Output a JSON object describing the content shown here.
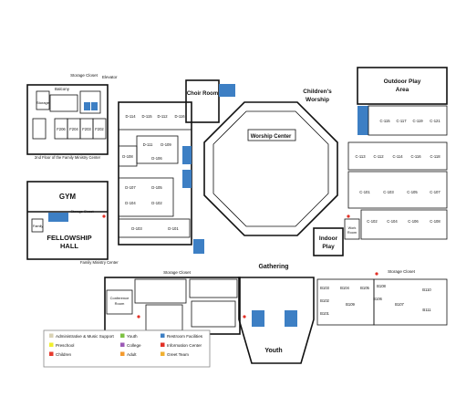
{
  "colors": {
    "admin": "#d9d2b4",
    "preschool": "#f0ef2e",
    "children": "#e63b2e",
    "youth": "#7cc142",
    "college": "#9b59b6",
    "adult": "#f39a2e",
    "restroom": "#3d7fc4",
    "info": "#e23026",
    "greet": "#f0b030"
  },
  "labels": {
    "gym": "GYM",
    "fellowship": "FELLOWSHIP",
    "hall": "HALL",
    "family_ministry_center": "Family Ministry Center",
    "second_floor": "2nd Floor of the Family Ministry Center",
    "storage_closet": "Storage Closet",
    "elevator": "Elevator",
    "balcony": "Balcony",
    "storage_room": "Storage",
    "family": "Family",
    "storage_closet_gym": "Storage Closet",
    "choir_room": "Choir Room",
    "worship_center": "Worship Center",
    "childrens_worship_1": "Children's",
    "childrens_worship_2": "Worship",
    "outdoor_play_1": "Outdoor Play",
    "outdoor_play_2": "Area",
    "indoor_play_1": "Indoor",
    "indoor_play_2": "Play",
    "work_room_1": "Work",
    "work_room_2": "Room",
    "gathering": "Gathering",
    "youth": "Youth",
    "conference_room_1": "Conference",
    "conference_room_2": "Room",
    "storage_closet_admin": "Storage Closet",
    "storage_closet_b": "Storage Closet"
  },
  "rooms": {
    "fm2": [
      "F206",
      "F204",
      "F203",
      "F202"
    ],
    "d_top": [
      "D-114",
      "D-115",
      "D-112",
      "D-116"
    ],
    "d_mid": [
      "D-111",
      "D-109",
      "D-108",
      "D-106",
      "D-107",
      "D-105",
      "D-104",
      "D-102"
    ],
    "d_bot": [
      "D-103",
      "D-101"
    ],
    "c_red_top": [
      "C-115",
      "C-117",
      "C-119",
      "C-121"
    ],
    "c_red_mid": [
      "C-113",
      "C-112",
      "C-114",
      "C-116",
      "C-118"
    ],
    "c_yel_top": [
      "C-101",
      "C-103",
      "C-105",
      "C-107"
    ],
    "c_yel_bot": [
      "C-102",
      "C-104",
      "C-106",
      "C-108"
    ],
    "b_green": [
      "B103",
      "B104",
      "B105",
      "B102",
      "B109",
      "B101"
    ],
    "b_purple": [
      "B108",
      "B110",
      "B106",
      "B107",
      "B111"
    ]
  },
  "legend": [
    {
      "label": "Administrative & Music Support",
      "color": "#d9d2b4"
    },
    {
      "label": "Preschool",
      "color": "#f0ef2e"
    },
    {
      "label": "Children",
      "color": "#e63b2e"
    },
    {
      "label": "Youth",
      "color": "#7cc142"
    },
    {
      "label": "College",
      "color": "#9b59b6"
    },
    {
      "label": "Adult",
      "color": "#f39a2e"
    },
    {
      "label": "Restroom Facilities",
      "color": "#3d7fc4"
    },
    {
      "label": "Information Center",
      "color": "#e23026"
    },
    {
      "label": "Greet Team",
      "color": "#f0b030"
    }
  ]
}
